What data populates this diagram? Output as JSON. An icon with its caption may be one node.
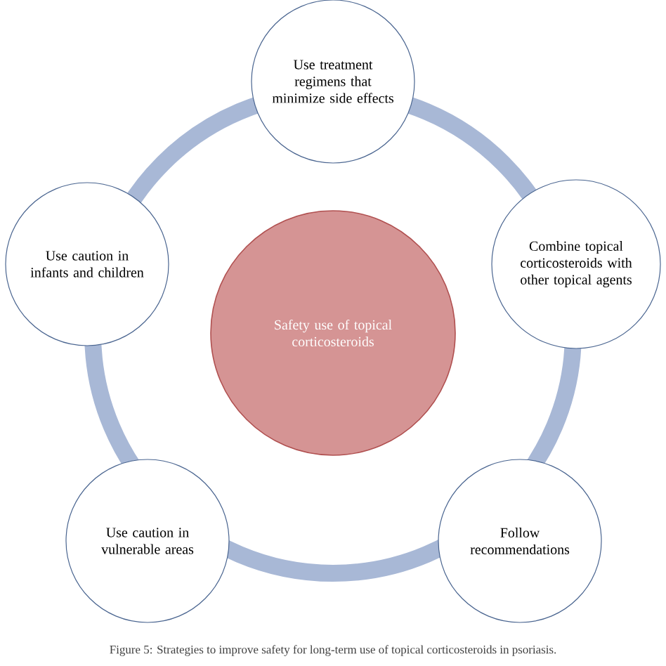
{
  "diagram": {
    "caption": "Figure 5: Strategies to improve safety for long-term use of topical corticosteroids in psoriasis.",
    "nodes": [
      {
        "text": [
          "Safety use of topical corticosteroids"
        ]
      },
      {
        "text": [
          "Use treatment regimens that minimize side effects"
        ]
      },
      {
        "text": [
          "Combine topical corticosteroids with other topical agents"
        ]
      },
      {
        "text": [
          "Follow recommendations"
        ]
      },
      {
        "text": [
          "Use caution in vulnerable areas"
        ]
      },
      {
        "text": [
          "Use caution in infants and children"
        ]
      }
    ]
  }
}
